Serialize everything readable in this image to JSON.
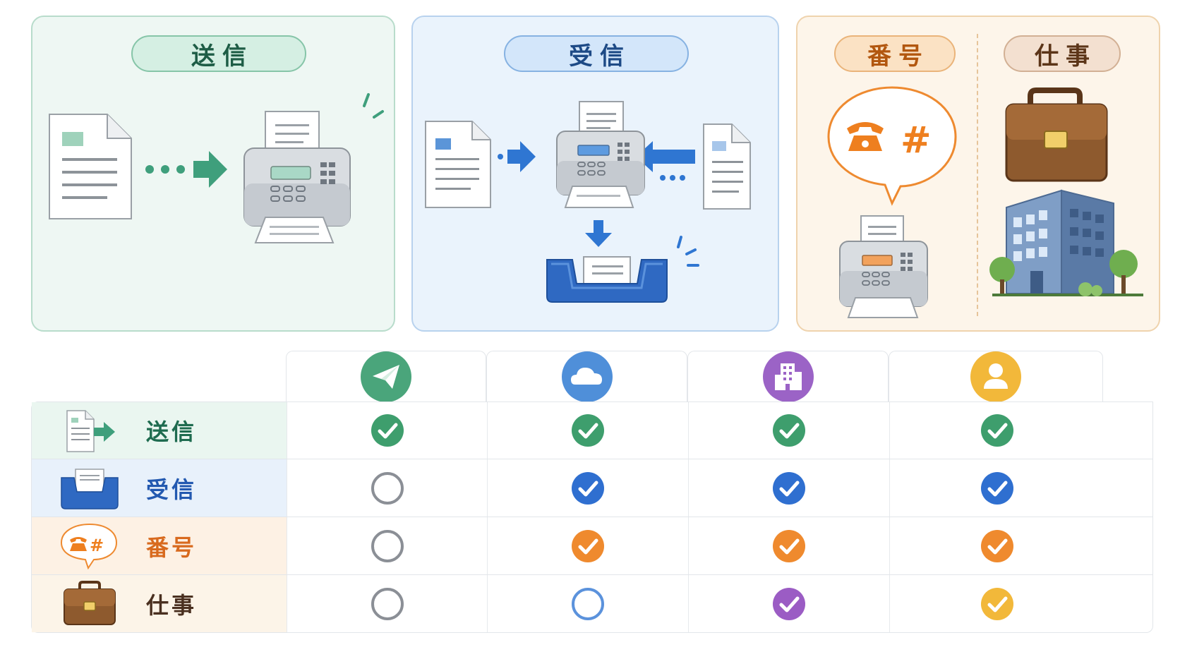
{
  "panels": {
    "send": {
      "title": "送信"
    },
    "receive": {
      "title": "受信"
    },
    "number": {
      "title": "番号"
    },
    "business": {
      "title": "仕事"
    }
  },
  "colors": {
    "send": "#3e9e78",
    "receive": "#2f6fd0",
    "number": "#ea7d26",
    "business": "#8a5a32",
    "plan_purple": "#9b5cc4",
    "plan_yellow": "#f2b83a"
  },
  "table": {
    "columns": [
      {
        "icon": "paper-plane-icon",
        "color": "#4aa57b"
      },
      {
        "icon": "cloud-icon",
        "color": "#4f8fd9"
      },
      {
        "icon": "office-building-icon",
        "color": "#9b63c6"
      },
      {
        "icon": "person-icon",
        "color": "#f2b83a"
      }
    ],
    "rows": [
      {
        "label": "送信",
        "icon": "document-send-icon",
        "label_color": "#1e6b4f",
        "bg": "#eaf6f0",
        "cells": [
          {
            "state": "check",
            "color": "#3e9e6d"
          },
          {
            "state": "check",
            "color": "#3e9e6d"
          },
          {
            "state": "check",
            "color": "#3e9e6d"
          },
          {
            "state": "check",
            "color": "#3e9e6d"
          }
        ]
      },
      {
        "label": "受信",
        "icon": "inbox-tray-icon",
        "label_color": "#2359b0",
        "bg": "#e8f1fb",
        "cells": [
          {
            "state": "empty",
            "color": "#8b8f96"
          },
          {
            "state": "check",
            "color": "#2f6fd0"
          },
          {
            "state": "check",
            "color": "#2f6fd0"
          },
          {
            "state": "check",
            "color": "#2f6fd0"
          }
        ]
      },
      {
        "label": "番号",
        "icon": "phone-number-bubble-icon",
        "label_color": "#d86a1e",
        "bg": "#fdf1e4",
        "cells": [
          {
            "state": "empty",
            "color": "#8b8f96"
          },
          {
            "state": "check",
            "color": "#ef8a2e"
          },
          {
            "state": "check",
            "color": "#ef8a2e"
          },
          {
            "state": "check",
            "color": "#ef8a2e"
          }
        ]
      },
      {
        "label": "仕事",
        "icon": "briefcase-icon",
        "label_color": "#4a3020",
        "bg": "#fcf4e8",
        "cells": [
          {
            "state": "empty",
            "color": "#8b8f96"
          },
          {
            "state": "empty",
            "color": "#5b92dc"
          },
          {
            "state": "check",
            "color": "#9b5cc4"
          },
          {
            "state": "check",
            "color": "#f2b83a"
          }
        ]
      }
    ]
  }
}
